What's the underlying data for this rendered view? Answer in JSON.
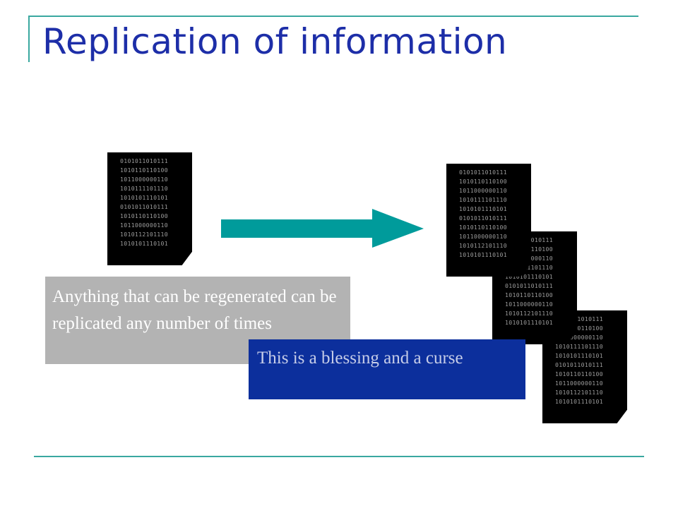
{
  "slide": {
    "title": "Replication of information",
    "note_gray": "Anything that can be regenerated can be replicated any number of times",
    "note_blue": "This is a blessing and a curse"
  },
  "binary_lines": [
    "0101011010111",
    "1010110110100",
    "1011000000110",
    "1010111101110",
    "1010101110101",
    "0101011010111",
    "1010110110100",
    "1011000000110",
    "1010112101110",
    "1010101110101"
  ],
  "colors": {
    "title": "#1d2ea8",
    "rule": "#3aa8a0",
    "arrow": "#009b9b",
    "gray_box": "#b3b3b3",
    "blue_box": "#0c2f9c"
  }
}
